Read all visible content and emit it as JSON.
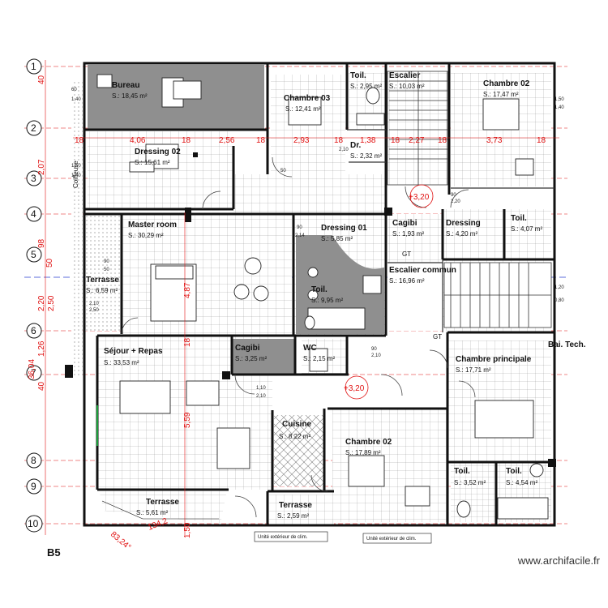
{
  "rooms": [
    {
      "id": "bureau",
      "name": "Bureau",
      "area": "S.: 18,45 m²"
    },
    {
      "id": "chambre03",
      "name": "Chambre 03",
      "area": "S.: 12,41 m²"
    },
    {
      "id": "toil1",
      "name": "Toil.",
      "area": "S.: 2,95 m²"
    },
    {
      "id": "escalier",
      "name": "Escalier",
      "area": "S.: 10,03 m²"
    },
    {
      "id": "chambre02a",
      "name": "Chambre 02",
      "area": "S.: 17,47 m²"
    },
    {
      "id": "dressing02",
      "name": "Dressing 02",
      "area": "S.: 15,61 m²"
    },
    {
      "id": "dr",
      "name": "Dr.",
      "area": "S.: 2,32 m²"
    },
    {
      "id": "master",
      "name": "Master room",
      "area": "S.: 30,29 m²"
    },
    {
      "id": "dressing01",
      "name": "Dressing 01",
      "area": "S.: 5,85 m²"
    },
    {
      "id": "cagibi1",
      "name": "Cagibi",
      "area": "S.: 1,93 m²"
    },
    {
      "id": "dressing",
      "name": "Dressing",
      "area": "S.: 4,20 m²"
    },
    {
      "id": "toil2",
      "name": "Toil.",
      "area": "S.: 4,07 m²"
    },
    {
      "id": "terrasse1",
      "name": "Terrasse",
      "area": "S.: 6,59 m²"
    },
    {
      "id": "toil3",
      "name": "Toil.",
      "area": "S.: 9,95 m²"
    },
    {
      "id": "escaliercommun",
      "name": "Escalier commun",
      "area": "S.: 16,96 m²"
    },
    {
      "id": "sejour",
      "name": "Séjour + Repas",
      "area": "S.: 33,53 m²"
    },
    {
      "id": "cagibi2",
      "name": "Cagibi",
      "area": "S.: 3,25 m²"
    },
    {
      "id": "wc",
      "name": "WC",
      "area": "S.: 2,15 m²"
    },
    {
      "id": "chambreprincipale",
      "name": "Chambre principale",
      "area": "S.: 17,71 m²"
    },
    {
      "id": "baietech",
      "name": "Bai. Tech.",
      "area": ""
    },
    {
      "id": "cuisine",
      "name": "Cuisine",
      "area": "S.: 8,22 m²"
    },
    {
      "id": "chambre02b",
      "name": "Chambre 02",
      "area": "S.: 17,89 m²"
    },
    {
      "id": "toil4",
      "name": "Toil.",
      "area": "S.: 3,52 m²"
    },
    {
      "id": "toil5",
      "name": "Toil.",
      "area": "S.: 4,54 m²"
    },
    {
      "id": "terrasse2",
      "name": "Terrasse",
      "area": "S.: 5,61 m²"
    },
    {
      "id": "terrasse3",
      "name": "Terrasse",
      "area": "S.: 2,59 m²"
    }
  ],
  "axis_rows": [
    "1",
    "2",
    "3",
    "4",
    "5",
    "6",
    "7",
    "8",
    "9",
    "10"
  ],
  "dimension_row": [
    "18",
    "4,06",
    "18",
    "2,56",
    "18",
    "2,93",
    "18",
    "1,38",
    "18",
    "2,27",
    "18",
    "3,73",
    "18"
  ],
  "vertical_dims": [
    "40",
    "2,07",
    "98",
    "50",
    "2,20",
    "2,50",
    "1,26",
    "36,04",
    "40",
    "4,87",
    "5,59",
    "18",
    "1,50"
  ],
  "levels": [
    "+3,20",
    "+3,20"
  ],
  "misc_labels": {
    "coiffeuse": "Coiffeuse",
    "gt1": "GT",
    "gt2": "GT",
    "angle": "83,24°",
    "diag": "134,2"
  },
  "notes": [
    "Unité extérieur de clim.",
    "Unité extérieur de clim."
  ],
  "sheet_tag": "B5",
  "watermark": "www.archifacile.fr"
}
